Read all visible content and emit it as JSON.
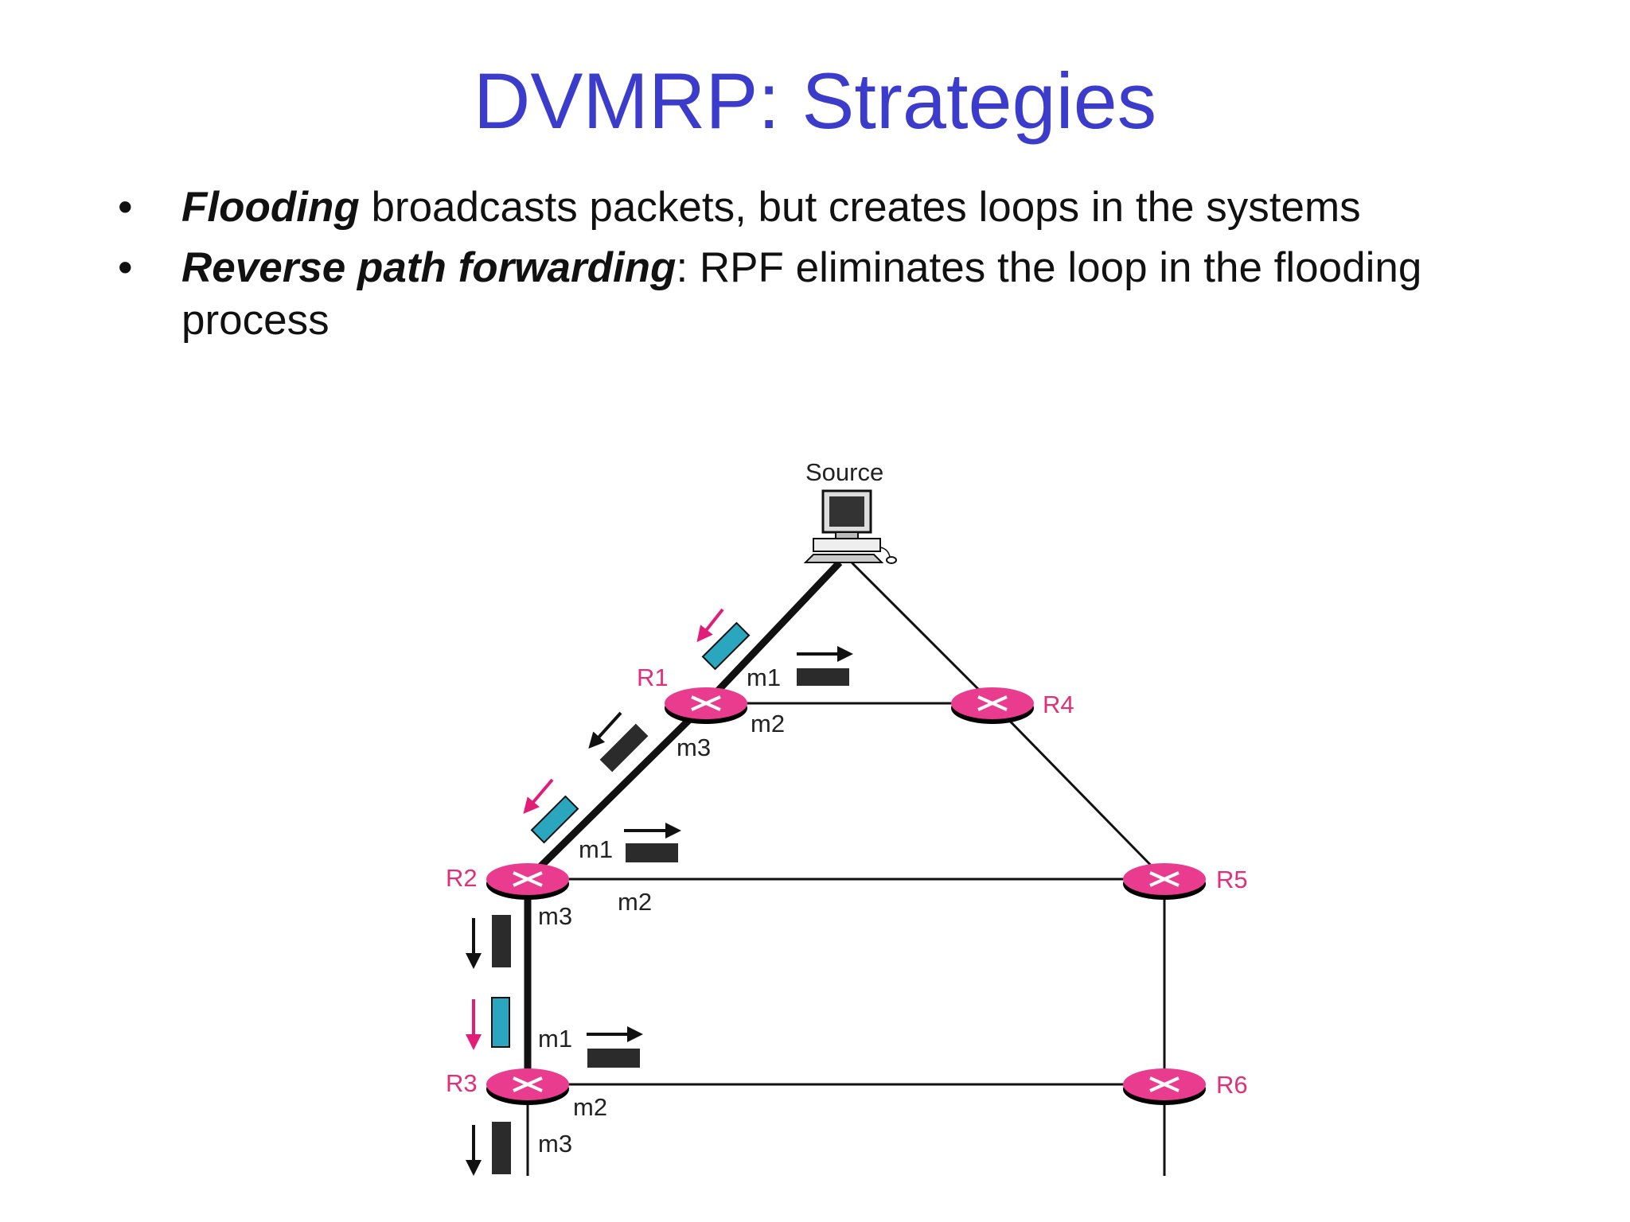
{
  "title": "DVMRP: Strategies",
  "bullets": [
    {
      "term": "Flooding",
      "separator": " ",
      "text": "broadcasts packets, but creates loops in the systems"
    },
    {
      "term": "Reverse path forwarding",
      "separator": ": ",
      "text": "RPF eliminates the loop in the flooding process"
    }
  ],
  "diagram": {
    "source_label": "Source",
    "routers": [
      "R1",
      "R2",
      "R3",
      "R4",
      "R5",
      "R6"
    ],
    "ports": {
      "m1": "m1",
      "m2": "m2",
      "m3": "m3"
    },
    "colors": {
      "router": "#e93c8f",
      "rpf_packet": "#2aa6be",
      "packet": "#2b2b2b",
      "rpf_arrow": "#e21d78",
      "label": "#e0307a"
    }
  }
}
